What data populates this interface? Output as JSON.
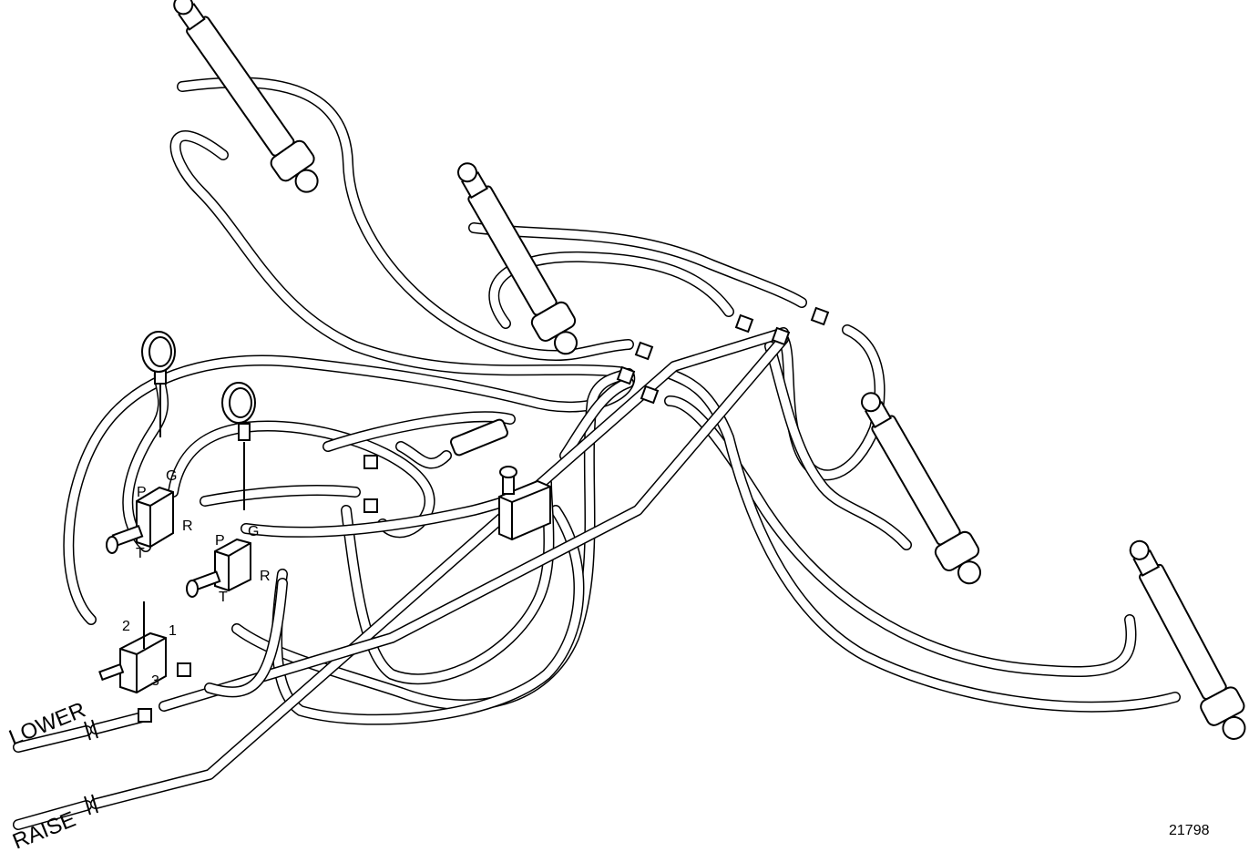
{
  "drawing_number": "21798",
  "hose_labels": {
    "lower": "LOWER",
    "raise": "RAISE"
  },
  "valve_a": {
    "port_p": "P",
    "port_g": "G",
    "port_r": "R",
    "port_t": "T"
  },
  "valve_b": {
    "port_p": "P",
    "port_g": "G",
    "port_r": "R",
    "port_t": "T"
  },
  "selector_valve": {
    "port_1": "1",
    "port_2": "2",
    "port_3": "3"
  }
}
